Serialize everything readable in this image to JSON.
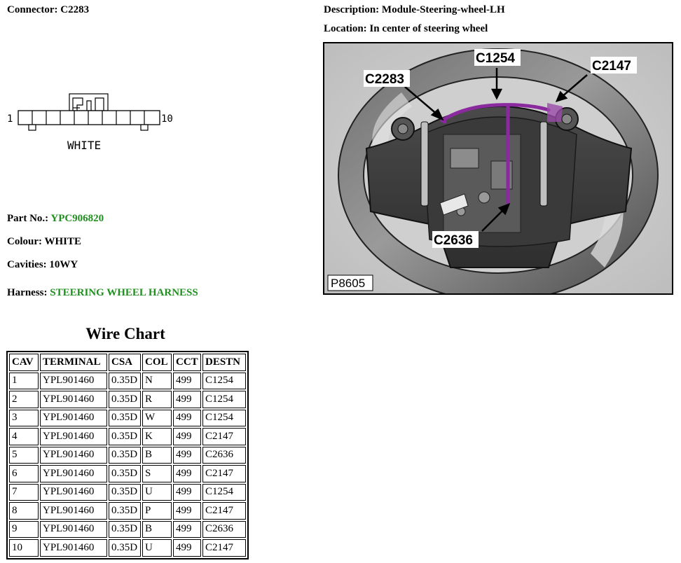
{
  "connector": {
    "label": "Connector:",
    "value": "C2283"
  },
  "description": {
    "label": "Description:",
    "value": "Module-Steering-wheel-LH"
  },
  "location": {
    "label": "Location:",
    "value": "In center of steering wheel"
  },
  "diagram": {
    "pin_start": "1",
    "pin_end": "10",
    "colour_label": "WHITE"
  },
  "part": {
    "label": "Part No.:",
    "value": "YPC906820"
  },
  "colour": {
    "label": "Colour:",
    "value": "WHITE"
  },
  "cavities": {
    "label": "Cavities:",
    "value": "10WY"
  },
  "harness": {
    "label": "Harness:",
    "value": "STEERING WHEEL HARNESS"
  },
  "photo": {
    "callouts": [
      "C1254",
      "C2147",
      "C2283",
      "C2636"
    ],
    "figure_id": "P8605"
  },
  "wire_chart": {
    "title": "Wire Chart",
    "headers": [
      "CAV",
      "TERMINAL",
      "CSA",
      "COL",
      "CCT",
      "DESTN"
    ],
    "rows": [
      [
        "1",
        "YPL901460",
        "0.35D",
        "N",
        "499",
        "C1254"
      ],
      [
        "2",
        "YPL901460",
        "0.35D",
        "R",
        "499",
        "C1254"
      ],
      [
        "3",
        "YPL901460",
        "0.35D",
        "W",
        "499",
        "C1254"
      ],
      [
        "4",
        "YPL901460",
        "0.35D",
        "K",
        "499",
        "C2147"
      ],
      [
        "5",
        "YPL901460",
        "0.35D",
        "B",
        "499",
        "C2636"
      ],
      [
        "6",
        "YPL901460",
        "0.35D",
        "S",
        "499",
        "C2147"
      ],
      [
        "7",
        "YPL901460",
        "0.35D",
        "U",
        "499",
        "C1254"
      ],
      [
        "8",
        "YPL901460",
        "0.35D",
        "P",
        "499",
        "C2147"
      ],
      [
        "9",
        "YPL901460",
        "0.35D",
        "B",
        "499",
        "C2636"
      ],
      [
        "10",
        "YPL901460",
        "0.35D",
        "U",
        "499",
        "C2147"
      ]
    ]
  },
  "colors": {
    "link_green": "#1f8f1f",
    "harness_purple": "#8a2a9e"
  }
}
